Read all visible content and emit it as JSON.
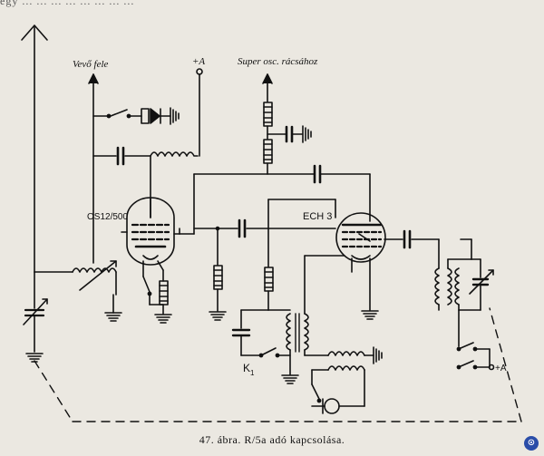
{
  "top_text": "egy ... ... ... ... ... ... ... ...",
  "labels": {
    "vevo_fele": "Vevő fele",
    "plus_a_top": "+A",
    "super_osc": "Super osc. rácsához",
    "tube1": "OS12/500",
    "tube2": "ECH 3",
    "k1": "K",
    "k1_sub": "1",
    "plus_a_right": "+A"
  },
  "caption": "47. ábra. R/5a adó kapcsolása."
}
